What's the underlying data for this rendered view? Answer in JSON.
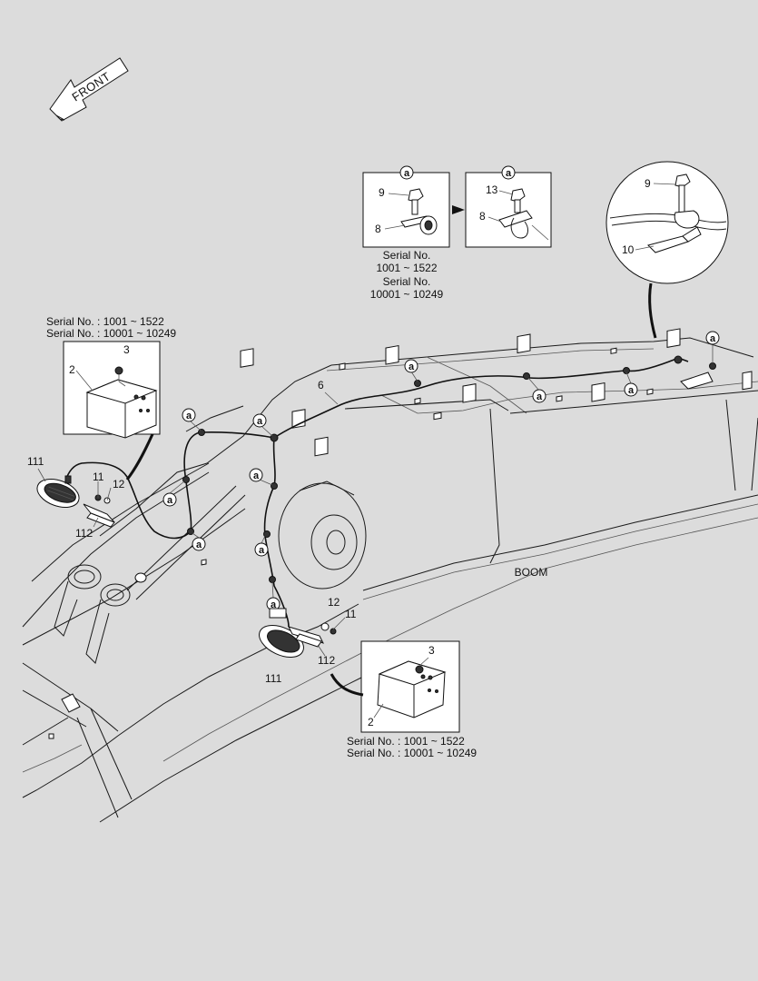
{
  "front_label": "FRONT",
  "boom_label": "BOOM",
  "callout_a": "a",
  "part_numbers": {
    "p2": "2",
    "p3": "3",
    "p6": "6",
    "p8": "8",
    "p9": "9",
    "p10": "10",
    "p11": "11",
    "p12": "12",
    "p13": "13",
    "p111": "111",
    "p112": "112"
  },
  "detail_serial": {
    "line1": "Serial No.",
    "line2": "1001 ~ 1522",
    "line3": "Serial No.",
    "line4": "10001 ~ 10249"
  },
  "left_serial": {
    "line1": "Serial No. : 1001 ~ 1522",
    "line2": "Serial No. : 10001 ~ 10249"
  },
  "bottom_serial": {
    "line1": "Serial No. : 1001 ~ 1522",
    "line2": "Serial No. : 10001 ~ 10249"
  }
}
